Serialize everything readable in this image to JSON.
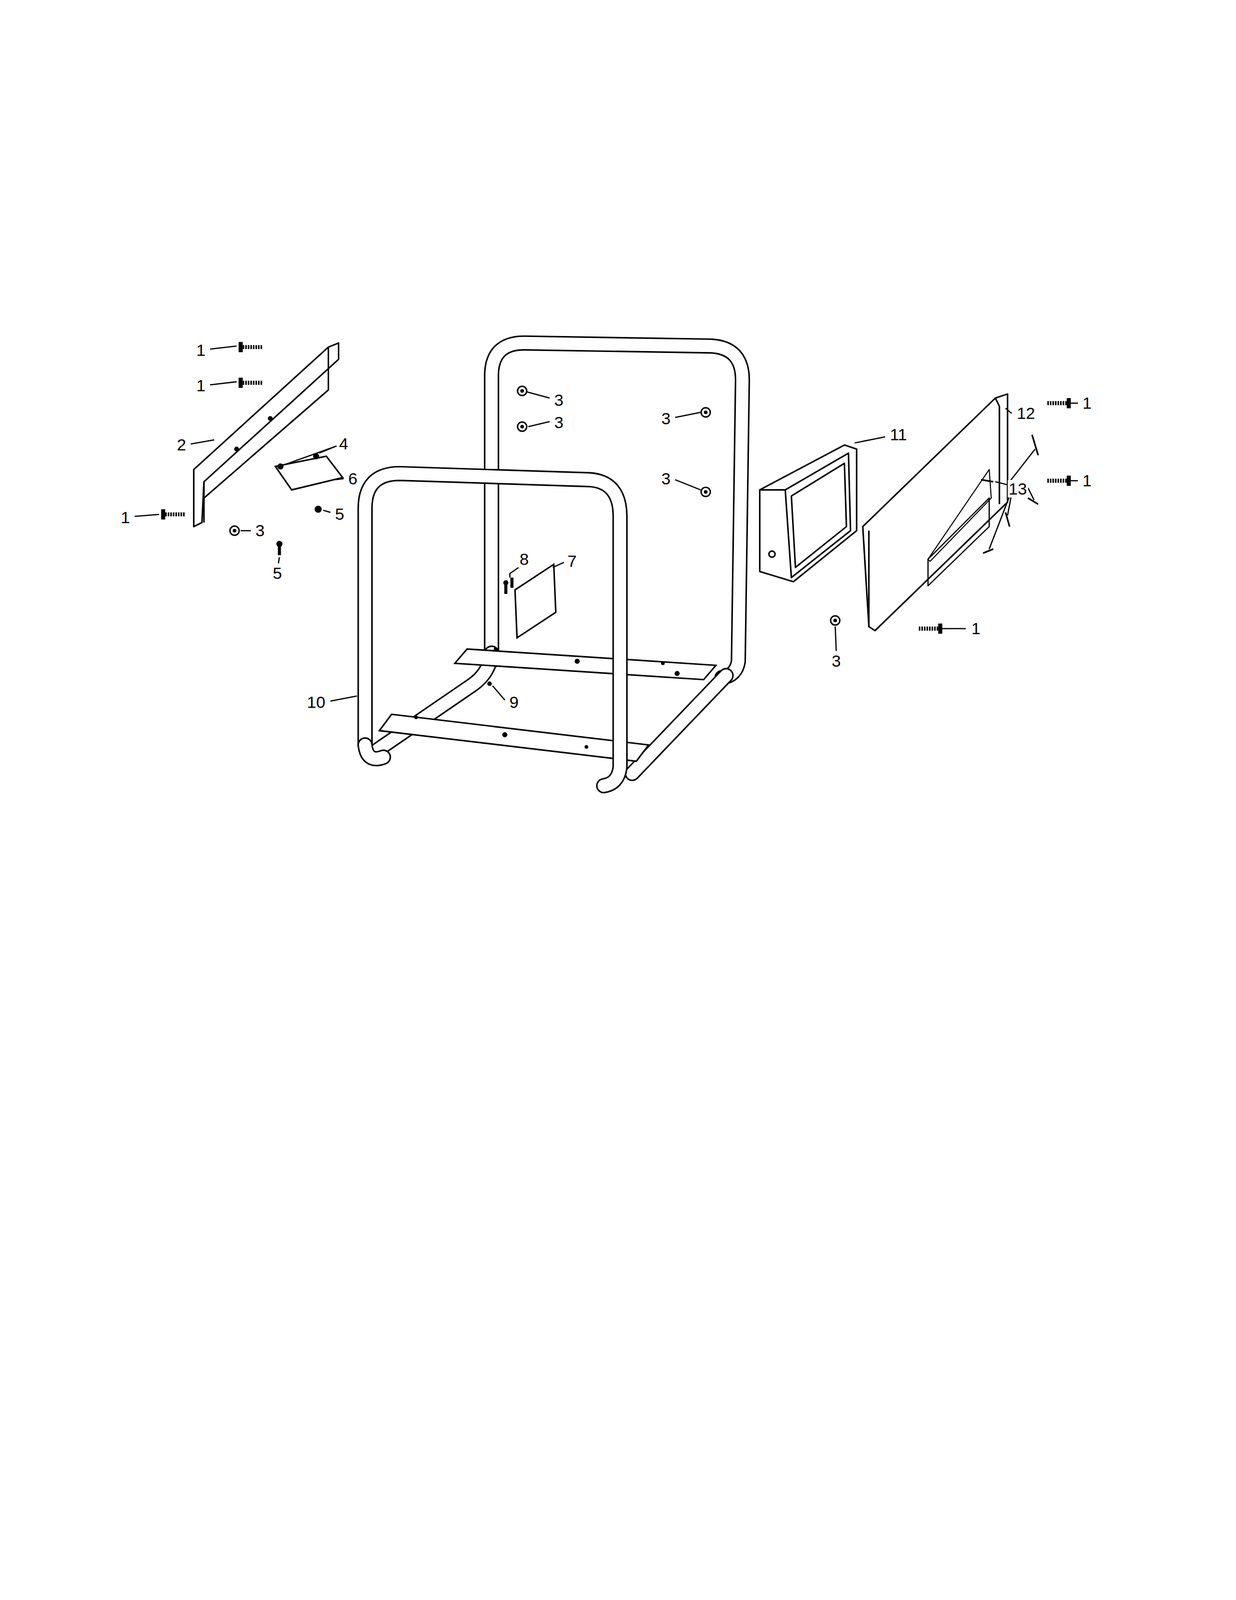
{
  "diagram": {
    "labels": [
      "1",
      "1",
      "2",
      "1",
      "3",
      "3",
      "3",
      "4",
      "6",
      "3",
      "5",
      "3",
      "5",
      "8",
      "7",
      "10",
      "9",
      "11",
      "12",
      "1",
      "1",
      "13",
      "3",
      "1"
    ]
  }
}
